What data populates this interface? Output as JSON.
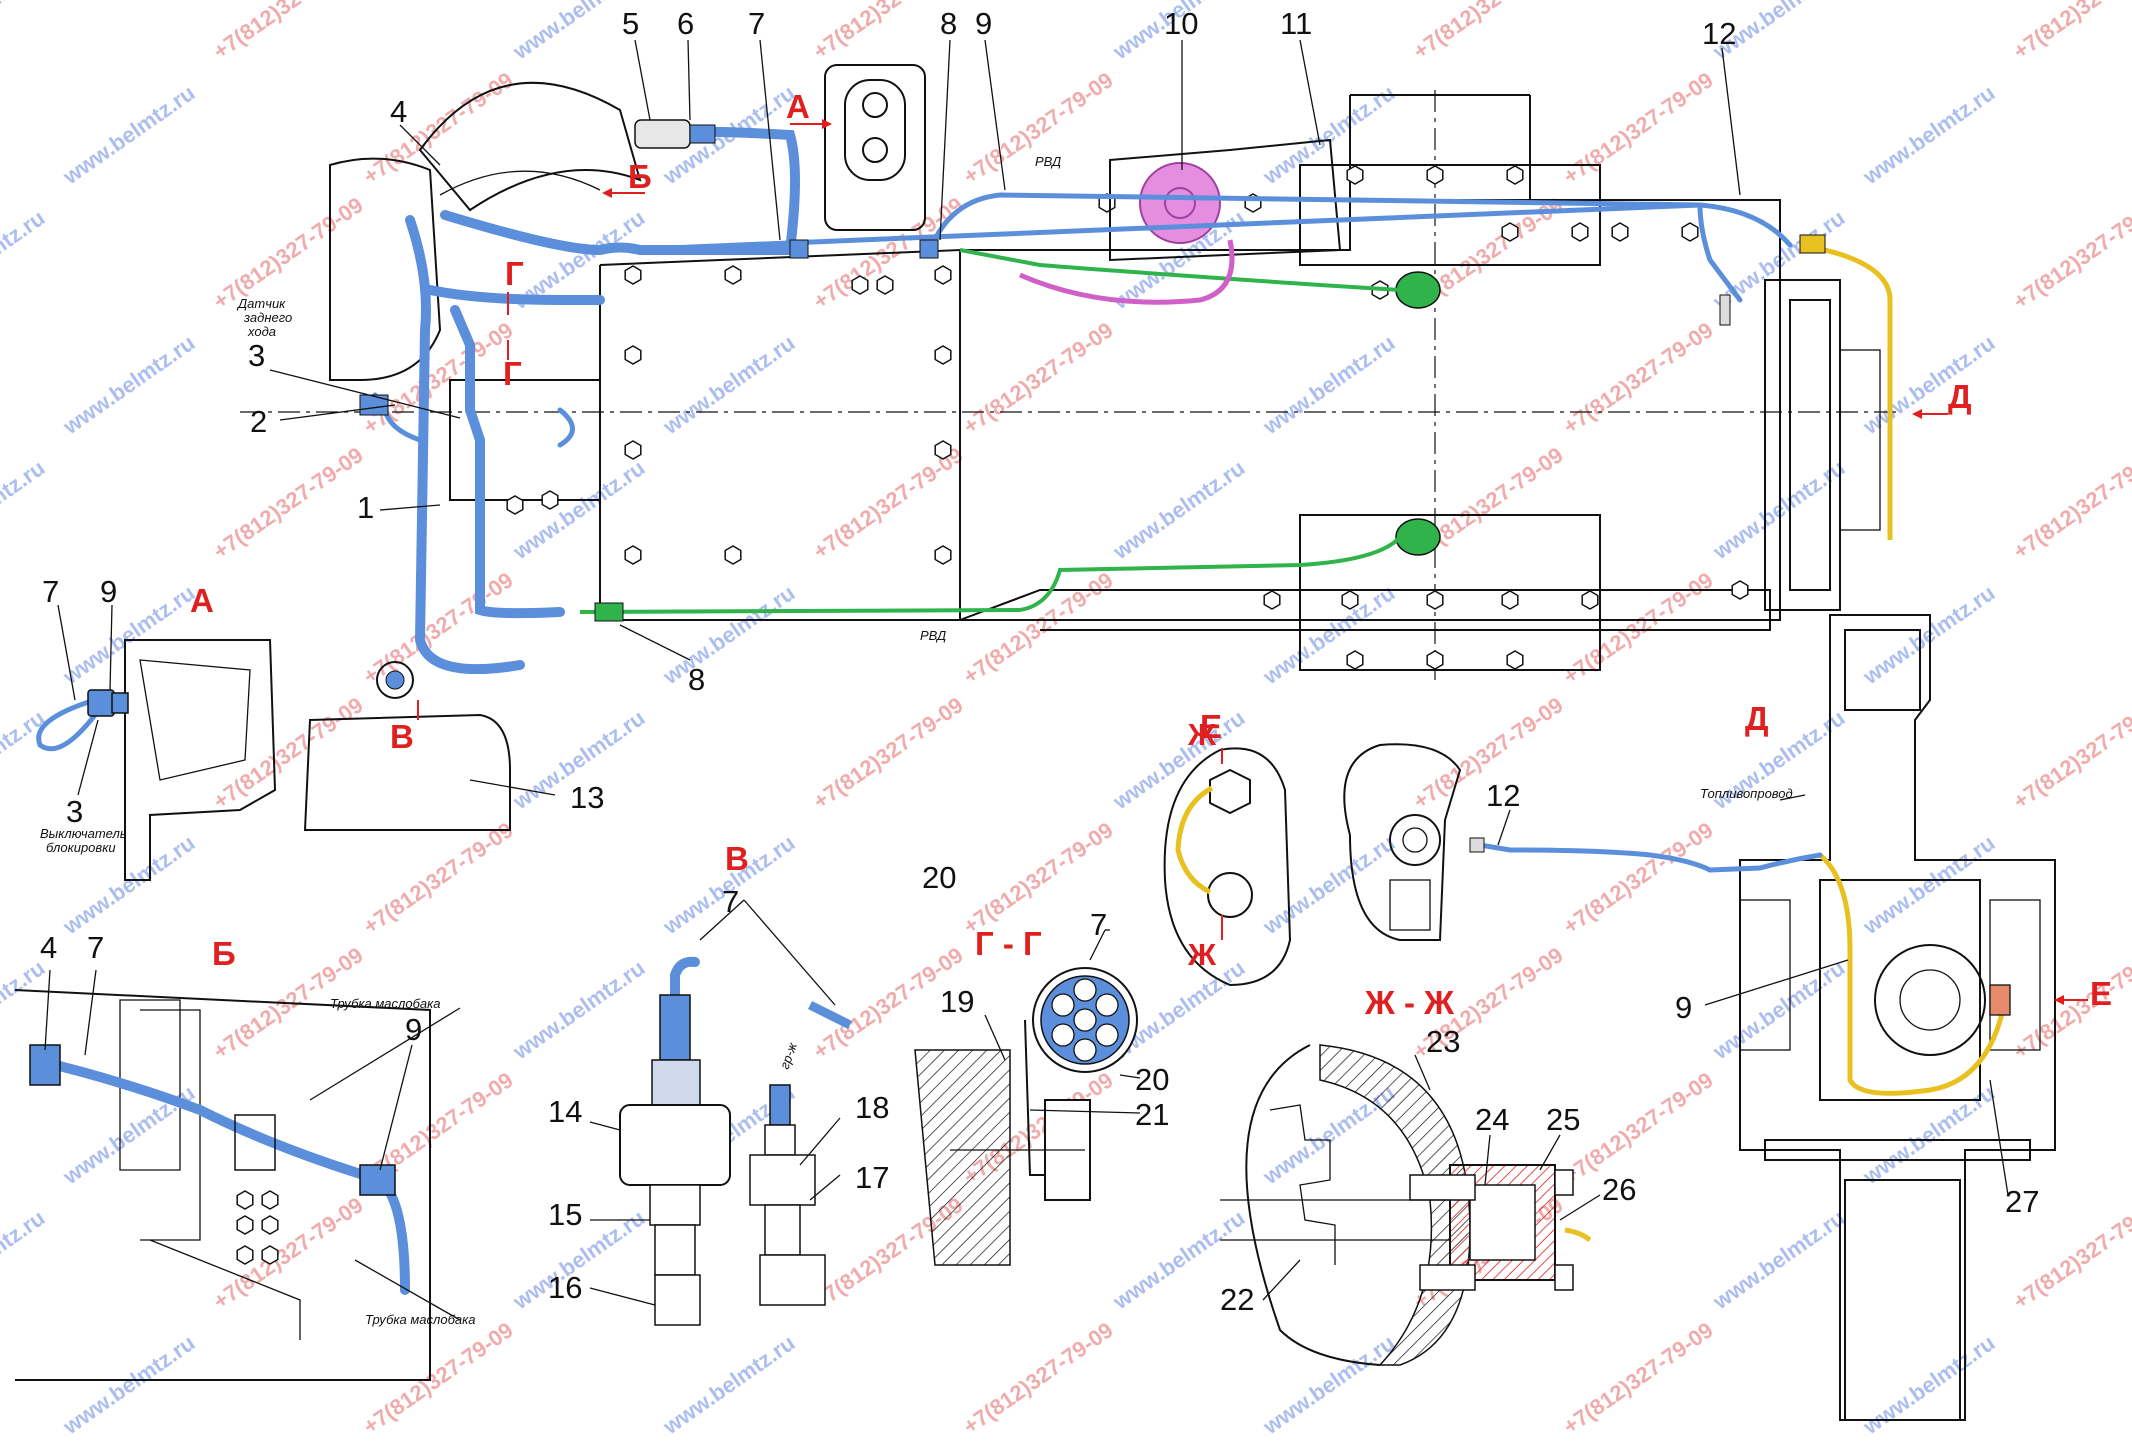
{
  "callouts": {
    "n1": "1",
    "n2": "2",
    "n3": "3",
    "n4": "4",
    "n5": "5",
    "n6": "6",
    "n7": "7",
    "n8": "8",
    "n9": "9",
    "n10": "10",
    "n11": "11",
    "n12": "12",
    "n13": "13",
    "a_n7": "7",
    "a_n9": "9",
    "a_n3": "3",
    "b_n4": "4",
    "b_n7": "7",
    "b_n9": "9",
    "v_n7": "7",
    "v_n14": "14",
    "v_n15": "15",
    "v_n16": "16",
    "v_n17": "17",
    "v_n18": "18",
    "g_n20_top": "20",
    "g_n7": "7",
    "g_n19": "19",
    "g_n20": "20",
    "g_n21": "21",
    "zh_n22": "22",
    "zh_n23": "23",
    "zh_n24": "24",
    "zh_n25": "25",
    "zh_n26": "26",
    "d_n12": "12",
    "d_n9": "9",
    "d_n27": "27",
    "lower_n8": "8"
  },
  "sections": {
    "A_top": "А",
    "B_top": "Б",
    "G_top1": "Г",
    "G_top2": "Г",
    "V_top": "В",
    "D_top": "Д",
    "A_view": "А",
    "B_view": "Б",
    "V_view": "В",
    "GG_view": "Г - Г",
    "E_view": "Е",
    "ZH_mark1": "Ж",
    "ZH_mark2": "Ж",
    "ZHZH_view": "Ж - Ж",
    "D_view": "Д",
    "E_arrow": "Е"
  },
  "labels": {
    "reverse_sensor_1": "Датчик",
    "reverse_sensor_2": "заднего",
    "reverse_sensor_3": "хода",
    "lock_switch_1": "Выключатель",
    "lock_switch_2": "блокировки",
    "oil_tube_1": "Трубка маслобака",
    "oil_tube_2": "Трубка маслобака",
    "fuel_line": "Топливопровод",
    "rvd_1": "РВД",
    "rvd_2": "РВД",
    "gr_zh": "гр-ж"
  },
  "watermarks": {
    "site": "www.belmtz.ru",
    "phone": "+7(812)327-79-09"
  },
  "colors": {
    "harness_blue": "#5b8fdc",
    "wire_green": "#2fb34a",
    "wire_yellow": "#e8c020",
    "wire_pink": "#d060c8",
    "section_red": "#e02020"
  }
}
